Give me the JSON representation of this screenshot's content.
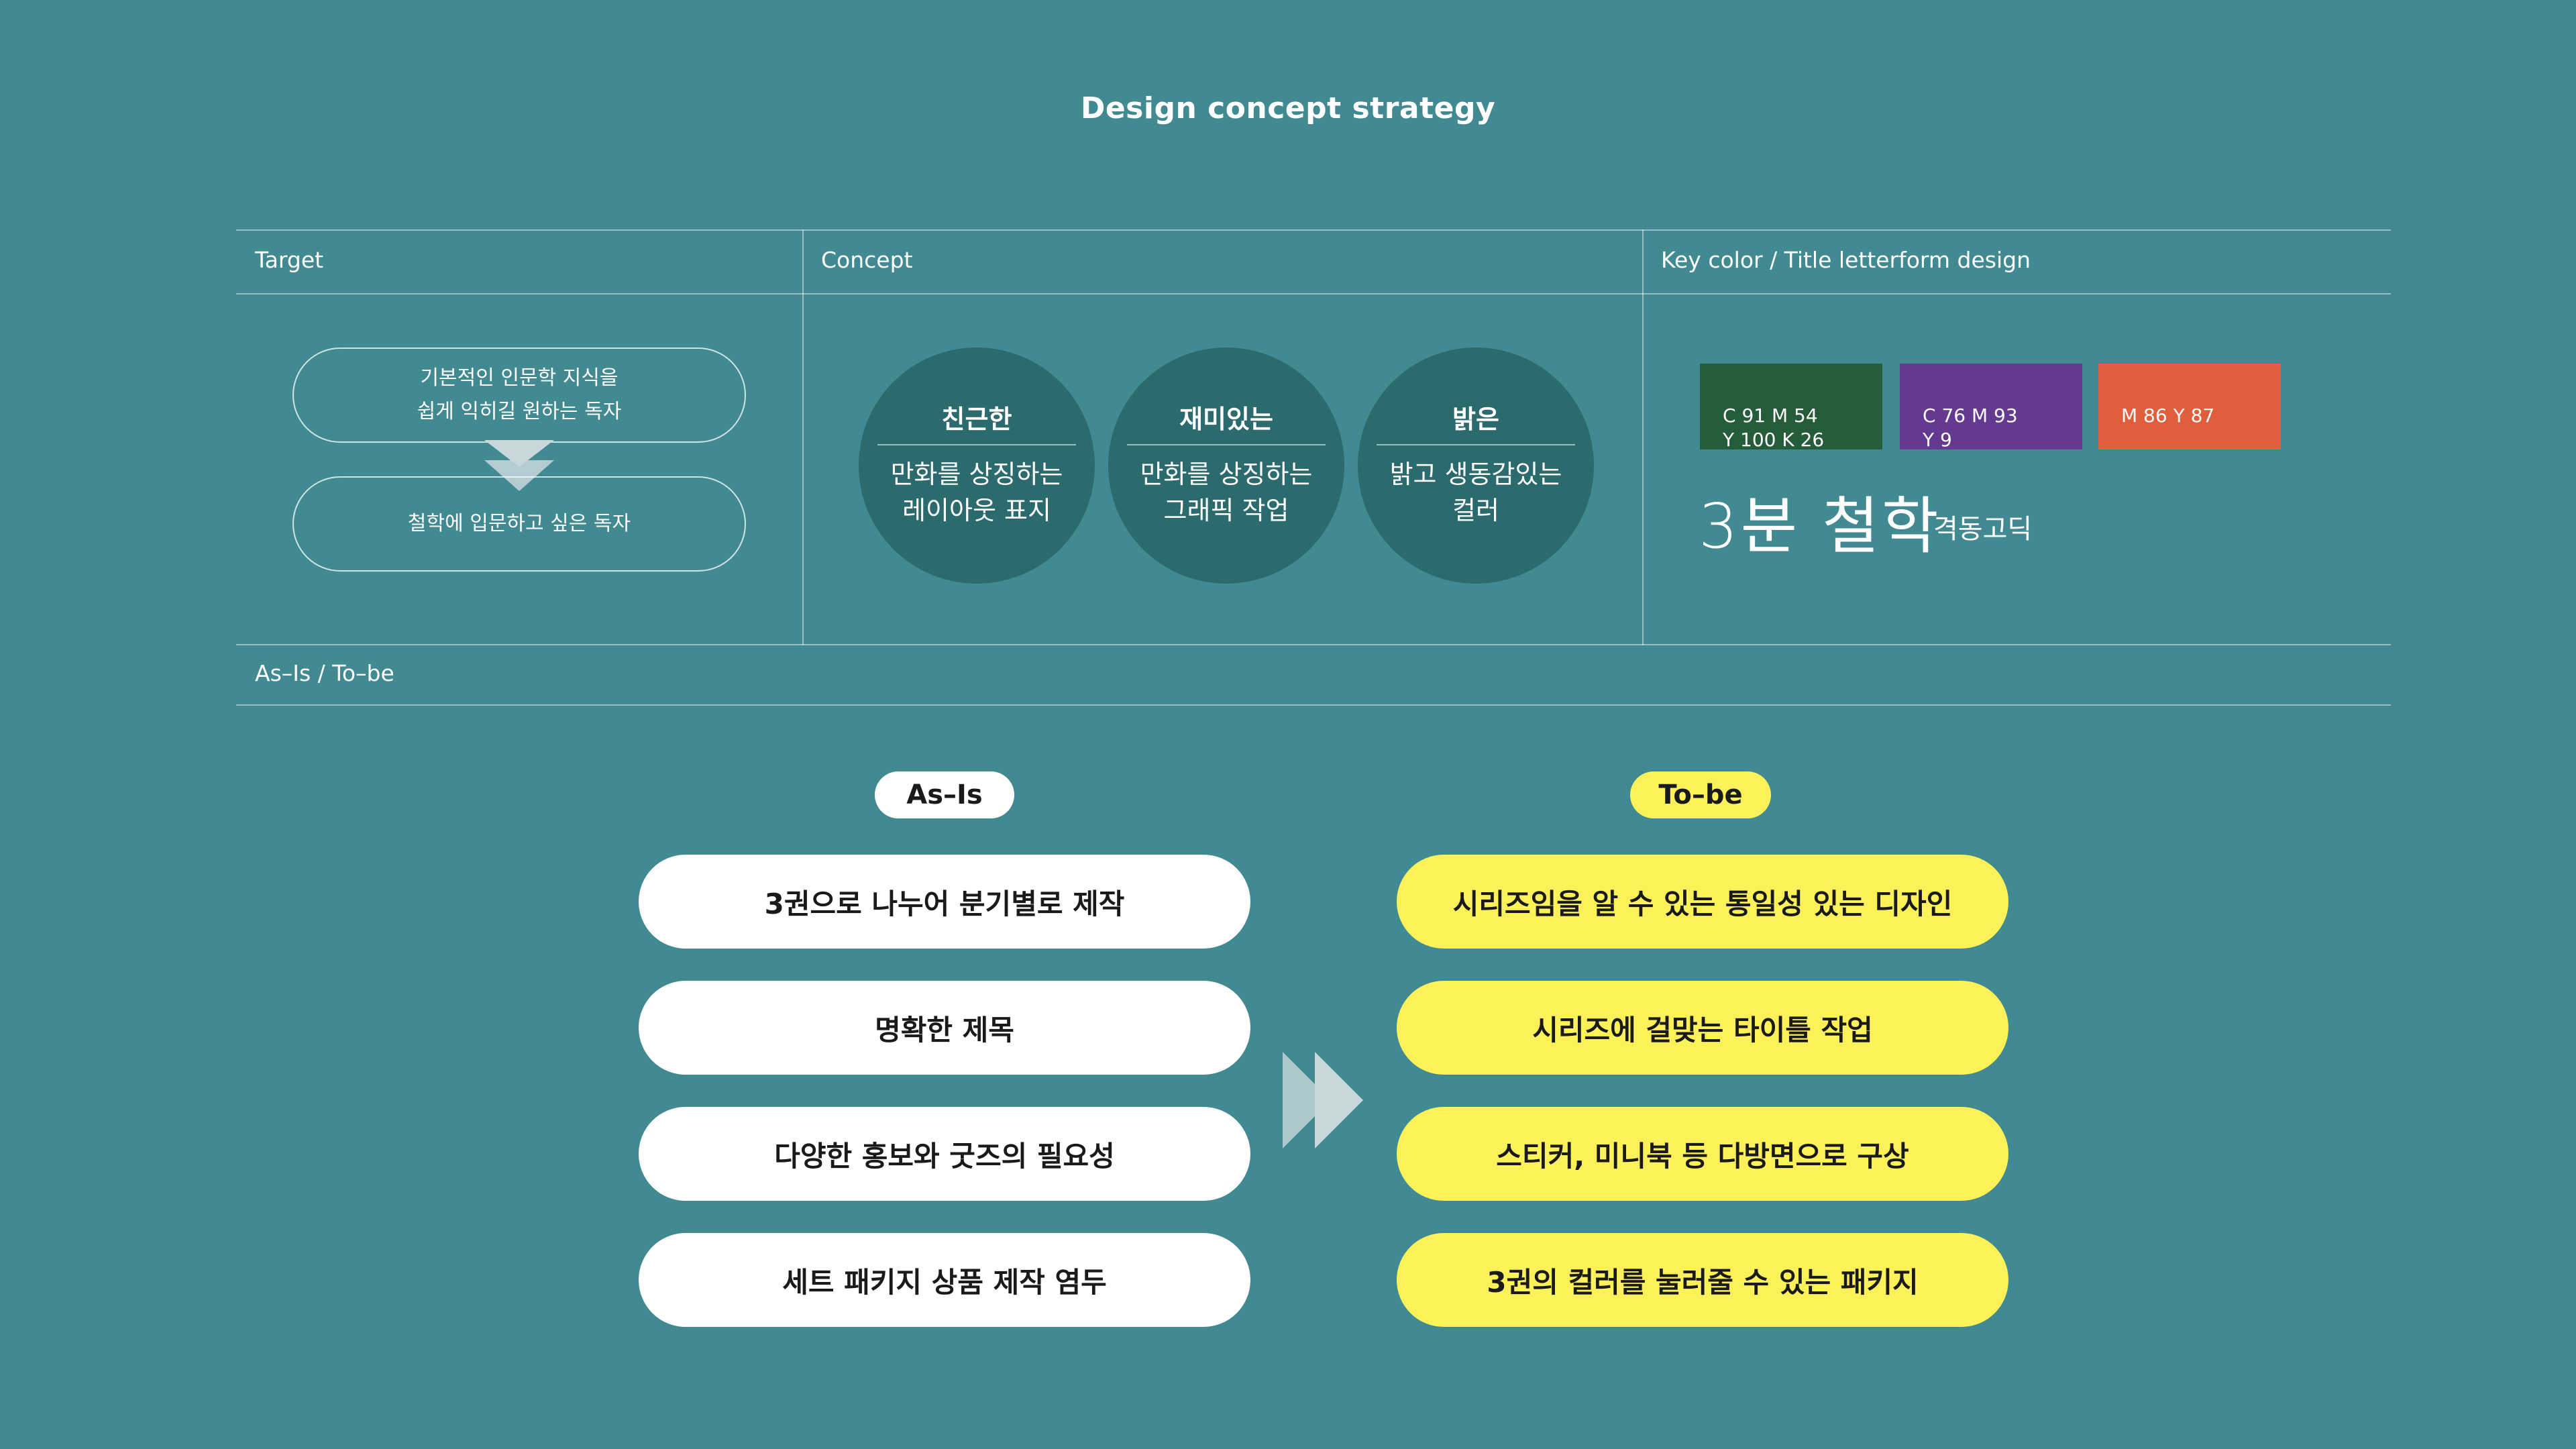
{
  "title": "Design concept strategy",
  "sections": {
    "target": "Target",
    "concept": "Concept",
    "keycolor": "Key color / Title letterform design",
    "asis_tobe": "As–Is / To–be"
  },
  "target": {
    "items": [
      "기본적인 인문학 지식을\n쉽게 익히길 원하는 독자",
      "철학에 입문하고 싶은 독자"
    ]
  },
  "concept": {
    "items": [
      {
        "title": "친근한",
        "desc": "만화를 상징하는\n레이아웃 표지"
      },
      {
        "title": "재미있는",
        "desc": "만화를 상징하는\n그래픽 작업"
      },
      {
        "title": "밝은",
        "desc": "밝고 생동감있는\n컬러"
      }
    ]
  },
  "key_colors": [
    {
      "label": "C 91 M 54\nY 100 K 26",
      "hex": "#255c3a"
    },
    {
      "label": "C 76 M 93\nY 9",
      "hex": "#643a91"
    },
    {
      "label": "M 86 Y 87",
      "hex": "#e05e3c"
    }
  ],
  "title_sample": "3분 철학",
  "font_name": "격동고딕",
  "asis": {
    "tag": "As–Is",
    "items": [
      "3권으로 나누어 분기별로 제작",
      "명확한 제목",
      "다양한 홍보와 굿즈의 필요성",
      "세트 패키지 상품 제작 염두"
    ]
  },
  "tobe": {
    "tag": "To–be",
    "items": [
      "시리즈임을 알 수 있는 통일성 있는 디자인",
      "시리즈에 걸맞는 타이틀 작업",
      "스티커, 미니북 등 다방면으로 구상",
      "3권의 컬러를 눌러줄 수 있는 패키지"
    ]
  },
  "colors": {
    "background": "#428a92",
    "circle": "#2b6a6d",
    "tobe_pill": "#fdf15a",
    "asis_pill": "#ffffff",
    "arrow": "#c8d7dc"
  }
}
